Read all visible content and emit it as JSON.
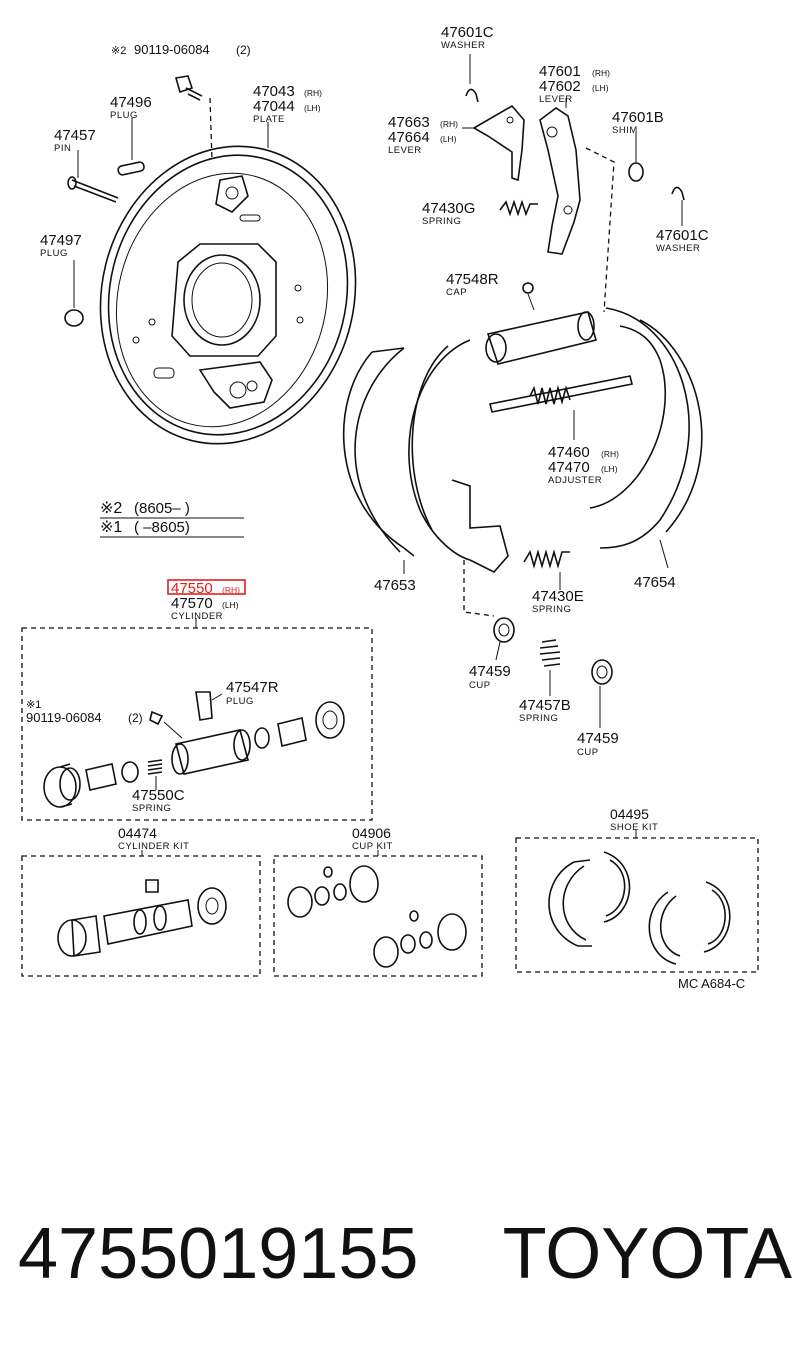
{
  "parts": {
    "washer_top": {
      "number": "47601C",
      "desc": "WASHER"
    },
    "bolt": {
      "mark": "※2",
      "number": "90119-06084",
      "qty": "(2)"
    },
    "plate": {
      "rh": "47043",
      "lh": "47044",
      "rh_tag": "(RH)",
      "lh_tag": "(LH)",
      "desc": "PLATE"
    },
    "lever_main": {
      "rh": "47601",
      "lh": "47602",
      "rh_tag": "(RH)",
      "lh_tag": "(LH)",
      "desc": "LEVER"
    },
    "plug_496": {
      "number": "47496",
      "desc": "PLUG"
    },
    "pin": {
      "number": "47457",
      "desc": "PIN"
    },
    "lever_sub": {
      "rh": "47663",
      "lh": "47664",
      "rh_tag": "(RH)",
      "lh_tag": "(LH)",
      "desc": "LEVER"
    },
    "shim": {
      "number": "47601B",
      "desc": "SHIM"
    },
    "spring_g": {
      "number": "47430G",
      "desc": "SPRING"
    },
    "washer_right": {
      "number": "47601C",
      "desc": "WASHER"
    },
    "plug_497": {
      "number": "47497",
      "desc": "PLUG"
    },
    "cap": {
      "number": "47548R",
      "desc": "CAP"
    },
    "adjuster": {
      "rh": "47460",
      "lh": "47470",
      "rh_tag": "(RH)",
      "lh_tag": "(LH)",
      "desc": "ADJUSTER"
    },
    "shoe_left": {
      "number": "47653"
    },
    "shoe_right": {
      "number": "47654"
    },
    "spring_e": {
      "number": "47430E",
      "desc": "SPRING"
    },
    "cup_left": {
      "number": "47459",
      "desc": "CUP"
    },
    "spring_b": {
      "number": "47457B",
      "desc": "SPRING"
    },
    "cup_right": {
      "number": "47459",
      "desc": "CUP"
    },
    "cylinder": {
      "rh": "47550",
      "lh": "47570",
      "rh_tag": "(RH)",
      "lh_tag": "(LH)",
      "desc": "CYLINDER"
    },
    "plug_547": {
      "number": "47547R",
      "desc": "PLUG"
    },
    "bolt_cyl": {
      "mark": "※1",
      "number": "90119-06084",
      "qty": "(2)"
    },
    "spring_c": {
      "number": "47550C",
      "desc": "SPRING"
    }
  },
  "legend": {
    "row2_mark": "※2",
    "row2_text": "(8605–      )",
    "row1_mark": "※1",
    "row1_text": "(      –8605)"
  },
  "kits": {
    "cylinder_kit": {
      "number": "04474",
      "desc": "CYLINDER KIT"
    },
    "cup_kit": {
      "number": "04906",
      "desc": "CUP KIT"
    },
    "shoe_kit": {
      "number": "04495",
      "desc": "SHOE KIT"
    }
  },
  "diagram_code": "MC A684-C",
  "footer": {
    "part_number": "4755019155",
    "brand": "TOYOTA"
  },
  "highlight_color": "#e02020"
}
